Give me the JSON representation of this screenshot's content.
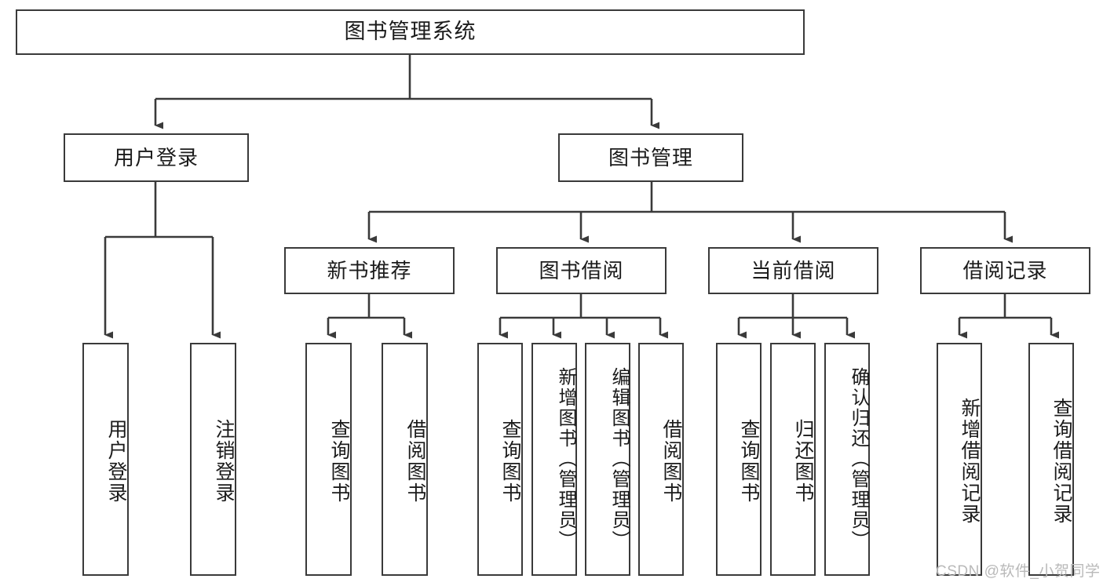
{
  "diagram": {
    "title": "图书管理系统",
    "type": "tree-hierarchy-chart",
    "colors": {
      "box_border": "#3a3a3a",
      "box_fill": "#ffffff",
      "edge": "#3a3a3a",
      "text": "#1b1b1b",
      "watermark": "#b9b9b9"
    },
    "watermark": "CSDN @软件_小贺同学",
    "levels": {
      "root": {
        "label": "图书管理系统"
      },
      "level2": [
        {
          "id": "user-login",
          "label": "用户登录"
        },
        {
          "id": "book-manage",
          "label": "图书管理"
        }
      ],
      "level3": [
        {
          "id": "new-book-recommend",
          "label": "新书推荐",
          "parent": "book-manage"
        },
        {
          "id": "book-borrow",
          "label": "图书借阅",
          "parent": "book-manage"
        },
        {
          "id": "current-borrow",
          "label": "当前借阅",
          "parent": "book-manage"
        },
        {
          "id": "borrow-record",
          "label": "借阅记录",
          "parent": "book-manage"
        }
      ],
      "leaves": [
        {
          "id": "leaf-user-login",
          "label": "用户登录",
          "parent": "user-login"
        },
        {
          "id": "leaf-user-logout",
          "label": "注销登录",
          "parent": "user-login"
        },
        {
          "id": "leaf-query-book-1",
          "label": "查询图书",
          "parent": "new-book-recommend"
        },
        {
          "id": "leaf-borrow-book-1",
          "label": "借阅图书",
          "parent": "new-book-recommend"
        },
        {
          "id": "leaf-query-book-2",
          "label": "查询图书",
          "parent": "book-borrow"
        },
        {
          "id": "leaf-add-book",
          "label": "新增图书（管理员）",
          "parent": "book-borrow"
        },
        {
          "id": "leaf-edit-book",
          "label": "编辑图书（管理员）",
          "parent": "book-borrow"
        },
        {
          "id": "leaf-borrow-book-2",
          "label": "借阅图书",
          "parent": "book-borrow"
        },
        {
          "id": "leaf-query-book-3",
          "label": "查询图书",
          "parent": "current-borrow"
        },
        {
          "id": "leaf-return-book",
          "label": "归还图书",
          "parent": "current-borrow"
        },
        {
          "id": "leaf-confirm-return",
          "label": "确认归还（管理员）",
          "parent": "current-borrow"
        },
        {
          "id": "leaf-add-record",
          "label": "新增借阅记录",
          "parent": "borrow-record"
        },
        {
          "id": "leaf-query-record",
          "label": "查询借阅记录",
          "parent": "borrow-record"
        }
      ]
    }
  }
}
